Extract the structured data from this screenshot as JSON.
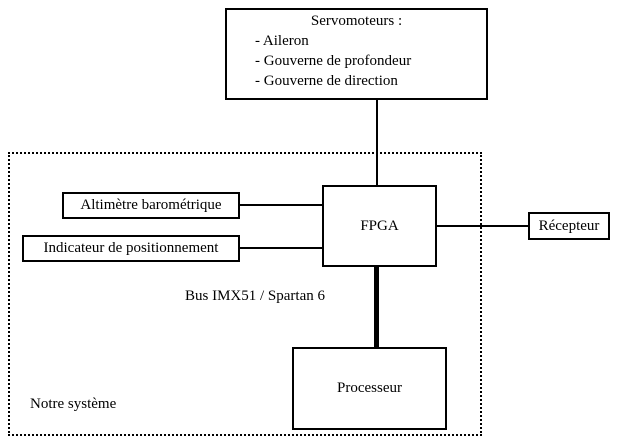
{
  "diagram": {
    "servo_box": {
      "title": "Servomoteurs :",
      "items": {
        "0": "- Aileron",
        "1": "- Gouverne de profondeur",
        "2": "- Gouverne de direction"
      }
    },
    "altimetre_label": "Altimètre barométrique",
    "indicateur_label": "Indicateur de positionnement",
    "fpga_label": "FPGA",
    "recepteur_label": "Récepteur",
    "processeur_label": "Processeur",
    "bus_label": "Bus IMX51 / Spartan 6",
    "system_label": "Notre système",
    "colors": {
      "line": "#000000",
      "background": "#ffffff"
    }
  }
}
